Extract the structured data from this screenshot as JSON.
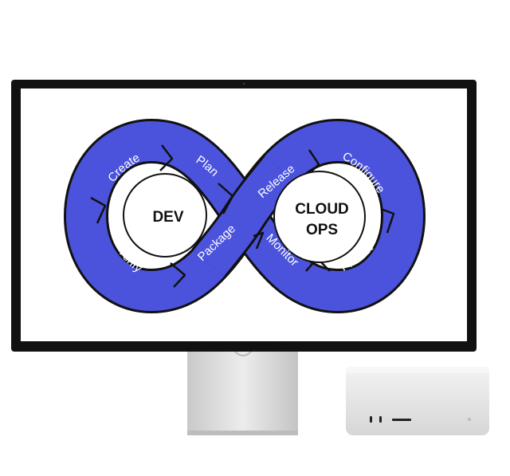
{
  "diagram": {
    "left_center": "DEV",
    "right_center_line1": "CLOUD",
    "right_center_line2": "OPS",
    "stages": {
      "create": "Create",
      "plan": "Plan",
      "release": "Release",
      "configure": "Configure",
      "verify": "Verify",
      "package": "Package",
      "monitor": "Monitor",
      "protect": "Protect"
    }
  },
  "colors": {
    "loop_fill": "#4b53dd",
    "outline": "#111111",
    "monitor_bezel": "#111111",
    "screen": "#ffffff",
    "stand": "#d8d8d8",
    "mini_pc": "#e4e4e4"
  },
  "icons": {
    "devices": [
      "studio-display",
      "mac-studio"
    ]
  }
}
